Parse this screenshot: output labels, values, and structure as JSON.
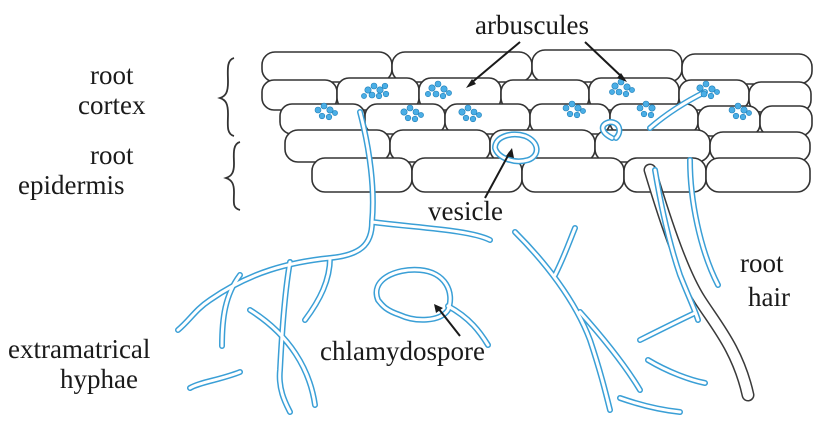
{
  "labels": {
    "arbuscules": "arbuscules",
    "root_cortex_1": "root",
    "root_cortex_2": "cortex",
    "root_epidermis_1": "root",
    "root_epidermis_2": "epidermis",
    "vesicle": "vesicle",
    "root_hair_1": "root",
    "root_hair_2": "hair",
    "extramatrical_1": "extramatrical",
    "extramatrical_2": "hyphae",
    "chlamydospore": "chlamydospore"
  },
  "colors": {
    "hyphae": "#3a9fd6",
    "arbuscules": "#4aaee6",
    "cell_outline": "#333333",
    "text": "#1a1a1a"
  }
}
